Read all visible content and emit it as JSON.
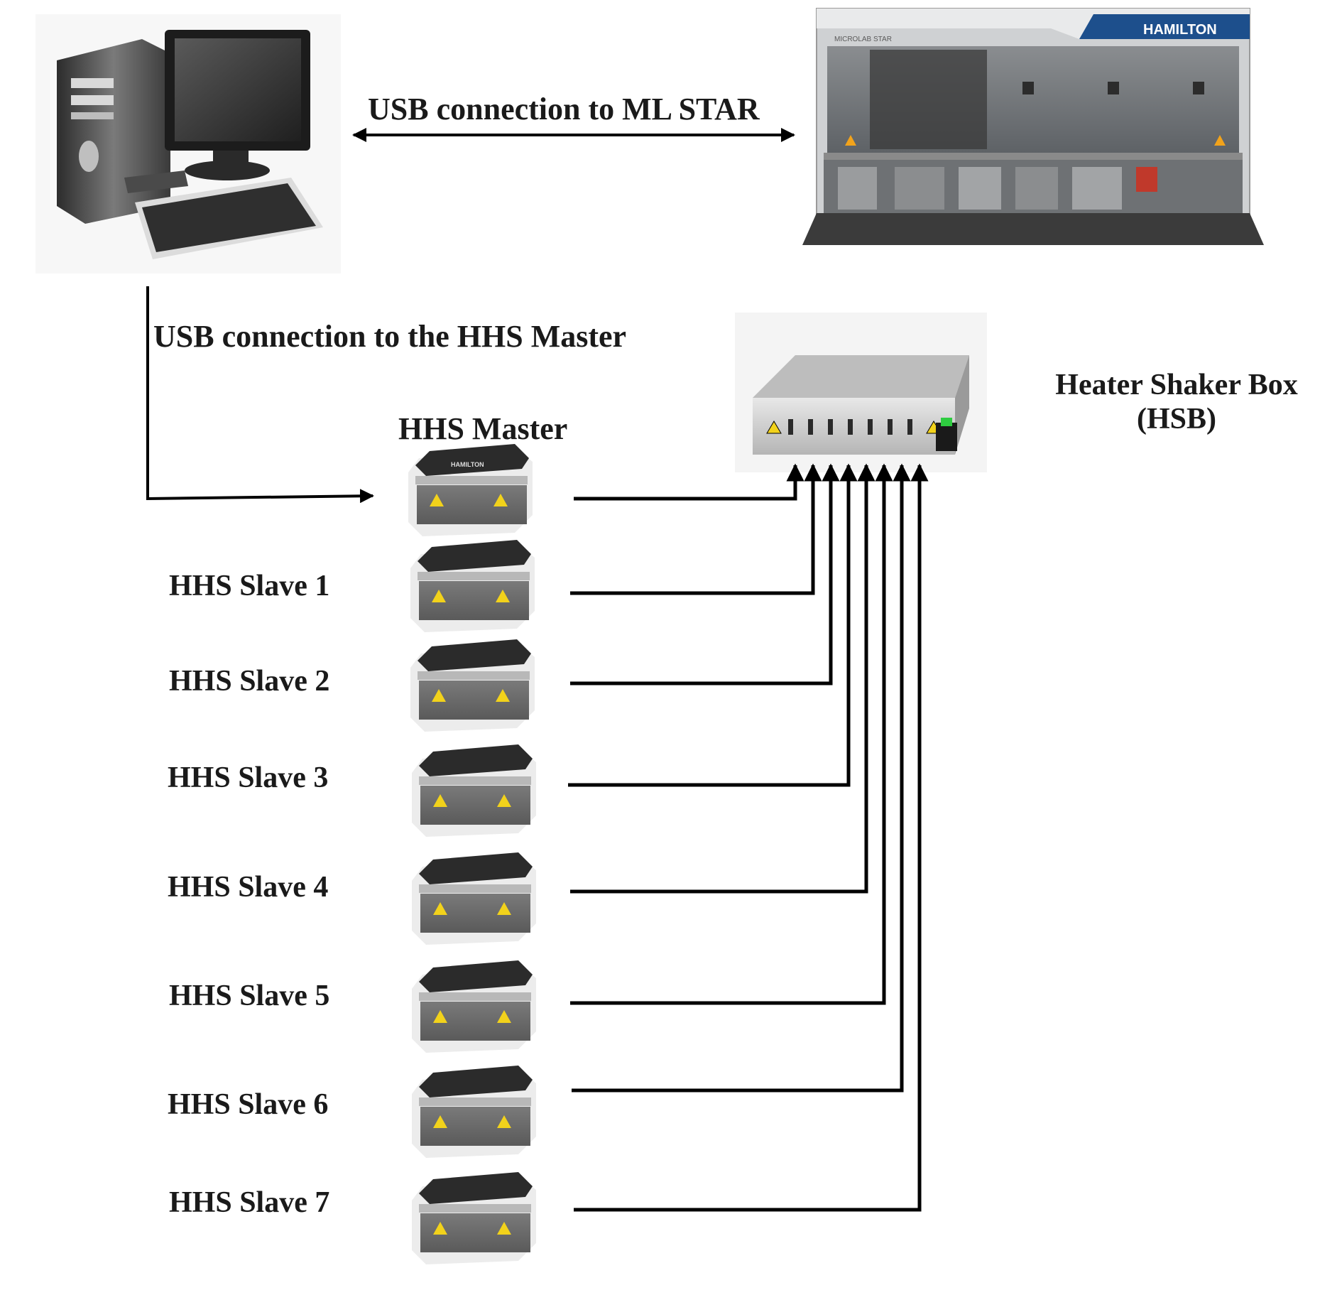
{
  "labels": {
    "usb_ml_star": "USB connection to ML STAR",
    "usb_hhs_master": "USB connection to the HHS Master",
    "hhs_master": "HHS Master",
    "hsb_line1": "Heater Shaker Box",
    "hsb_line2": "(HSB)"
  },
  "devices": {
    "robot_brand": "HAMILTON",
    "robot_model": "MICROLAB STAR",
    "shaker_brand": "HAMILTON"
  },
  "slaves": [
    "HHS Slave 1",
    "HHS Slave 2",
    "HHS Slave 3",
    "HHS Slave 4",
    "HHS Slave 5",
    "HHS Slave 6",
    "HHS Slave 7"
  ],
  "colors": {
    "line": "#000000",
    "hamilton_blue": "#1d4f8c",
    "warning_yellow": "#f2d21b"
  }
}
